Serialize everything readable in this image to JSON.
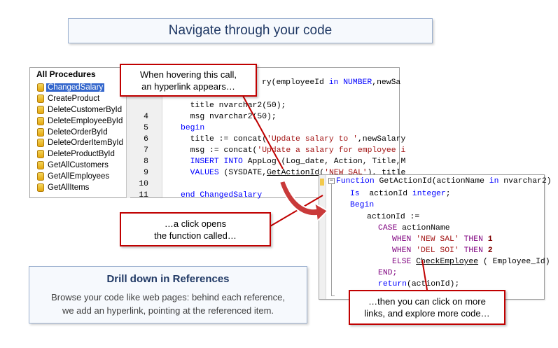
{
  "title": "Navigate through your code",
  "procedures": {
    "header": "All Procedures",
    "items": [
      "ChangedSalary",
      "CreateProduct",
      "DeleteCustomerById",
      "DeleteEmployeeById",
      "DeleteOrderById",
      "DeleteOrderItemById",
      "DeleteProductById",
      "GetAllCustomers",
      "GetAllEmployees",
      "GetAllItems"
    ],
    "selected": "ChangedSalary"
  },
  "editor": {
    "line1_tail": "ry(employeeId ",
    "line1_in": "in",
    "line1_type": " NUMBER",
    "line1_rest": ",newSa",
    "line3_a": "  title nvarchar2(50);",
    "line4_num": "4",
    "line4": "  msg nvarchar2(50);",
    "line5_num": "5",
    "line5": "begin",
    "line6_num": "6",
    "line6_a": "  title := concat(",
    "line6_str": "'Update salary to '",
    "line6_b": ",newSalary",
    "line7_num": "7",
    "line7_a": "  msg := concat(",
    "line7_str": "'Update a salary for employee i",
    "line8_num": "8",
    "line8_kw": "  INSERT INTO ",
    "line8_a": "AppLog (Log_date, Action, Title,M",
    "line9_num": "9",
    "line9_kw": "  VALUES ",
    "line9_a": "(SYSDATE,",
    "line9_link": "GetActionId",
    "line9_b": "(",
    "line9_str": "'NEW SAL'",
    "line9_c": "), title",
    "line10_num": "10",
    "line11_num": "11",
    "line11": "end ChangedSalary"
  },
  "callouts": {
    "hover_line1": "When hovering this call,",
    "hover_line2": "an hyperlink appears…",
    "click_line1": "…a click opens",
    "click_line2": "the function called…",
    "more_line1": "…then you can click on more",
    "more_line2": "links, and explore more code…"
  },
  "func": {
    "collapse_glyph": "−",
    "l1_kw": "Function",
    "l1_a": " GetActionId(actionName ",
    "l1_in": "in",
    "l1_b": " nvarchar2)",
    "l2_kw": "Is",
    "l2_a": "  actionId ",
    "l2_type": "integer",
    "l2_b": ";",
    "l3": "Begin",
    "l4": "actionId :=",
    "l5_kw": "CASE",
    "l5_a": " actionName",
    "l6_kw": "WHEN",
    "l6_str": "'NEW SAL'",
    "l6_kw2": "THEN",
    "l6_num": "1",
    "l7_kw": "WHEN",
    "l7_str": "'DEL SOI'",
    "l7_kw2": "THEN",
    "l7_num": "2",
    "l8_kw": "ELSE",
    "l8_link": "CheckEmployee",
    "l8_b": " ( Employee_Id)",
    "l9": "END;",
    "l10_kw": "return",
    "l10_a": "(actionId);"
  },
  "drill": {
    "title": "Drill down in References",
    "body_line1": "Browse your code like web pages: behind each reference,",
    "body_line2": "we add an hyperlink, pointing at the referenced item."
  },
  "colors": {
    "callout_border": "#c00000",
    "keyword": "#0000ff",
    "string": "#a31515",
    "selection": "#3366cc",
    "title_text": "#1f3864"
  }
}
